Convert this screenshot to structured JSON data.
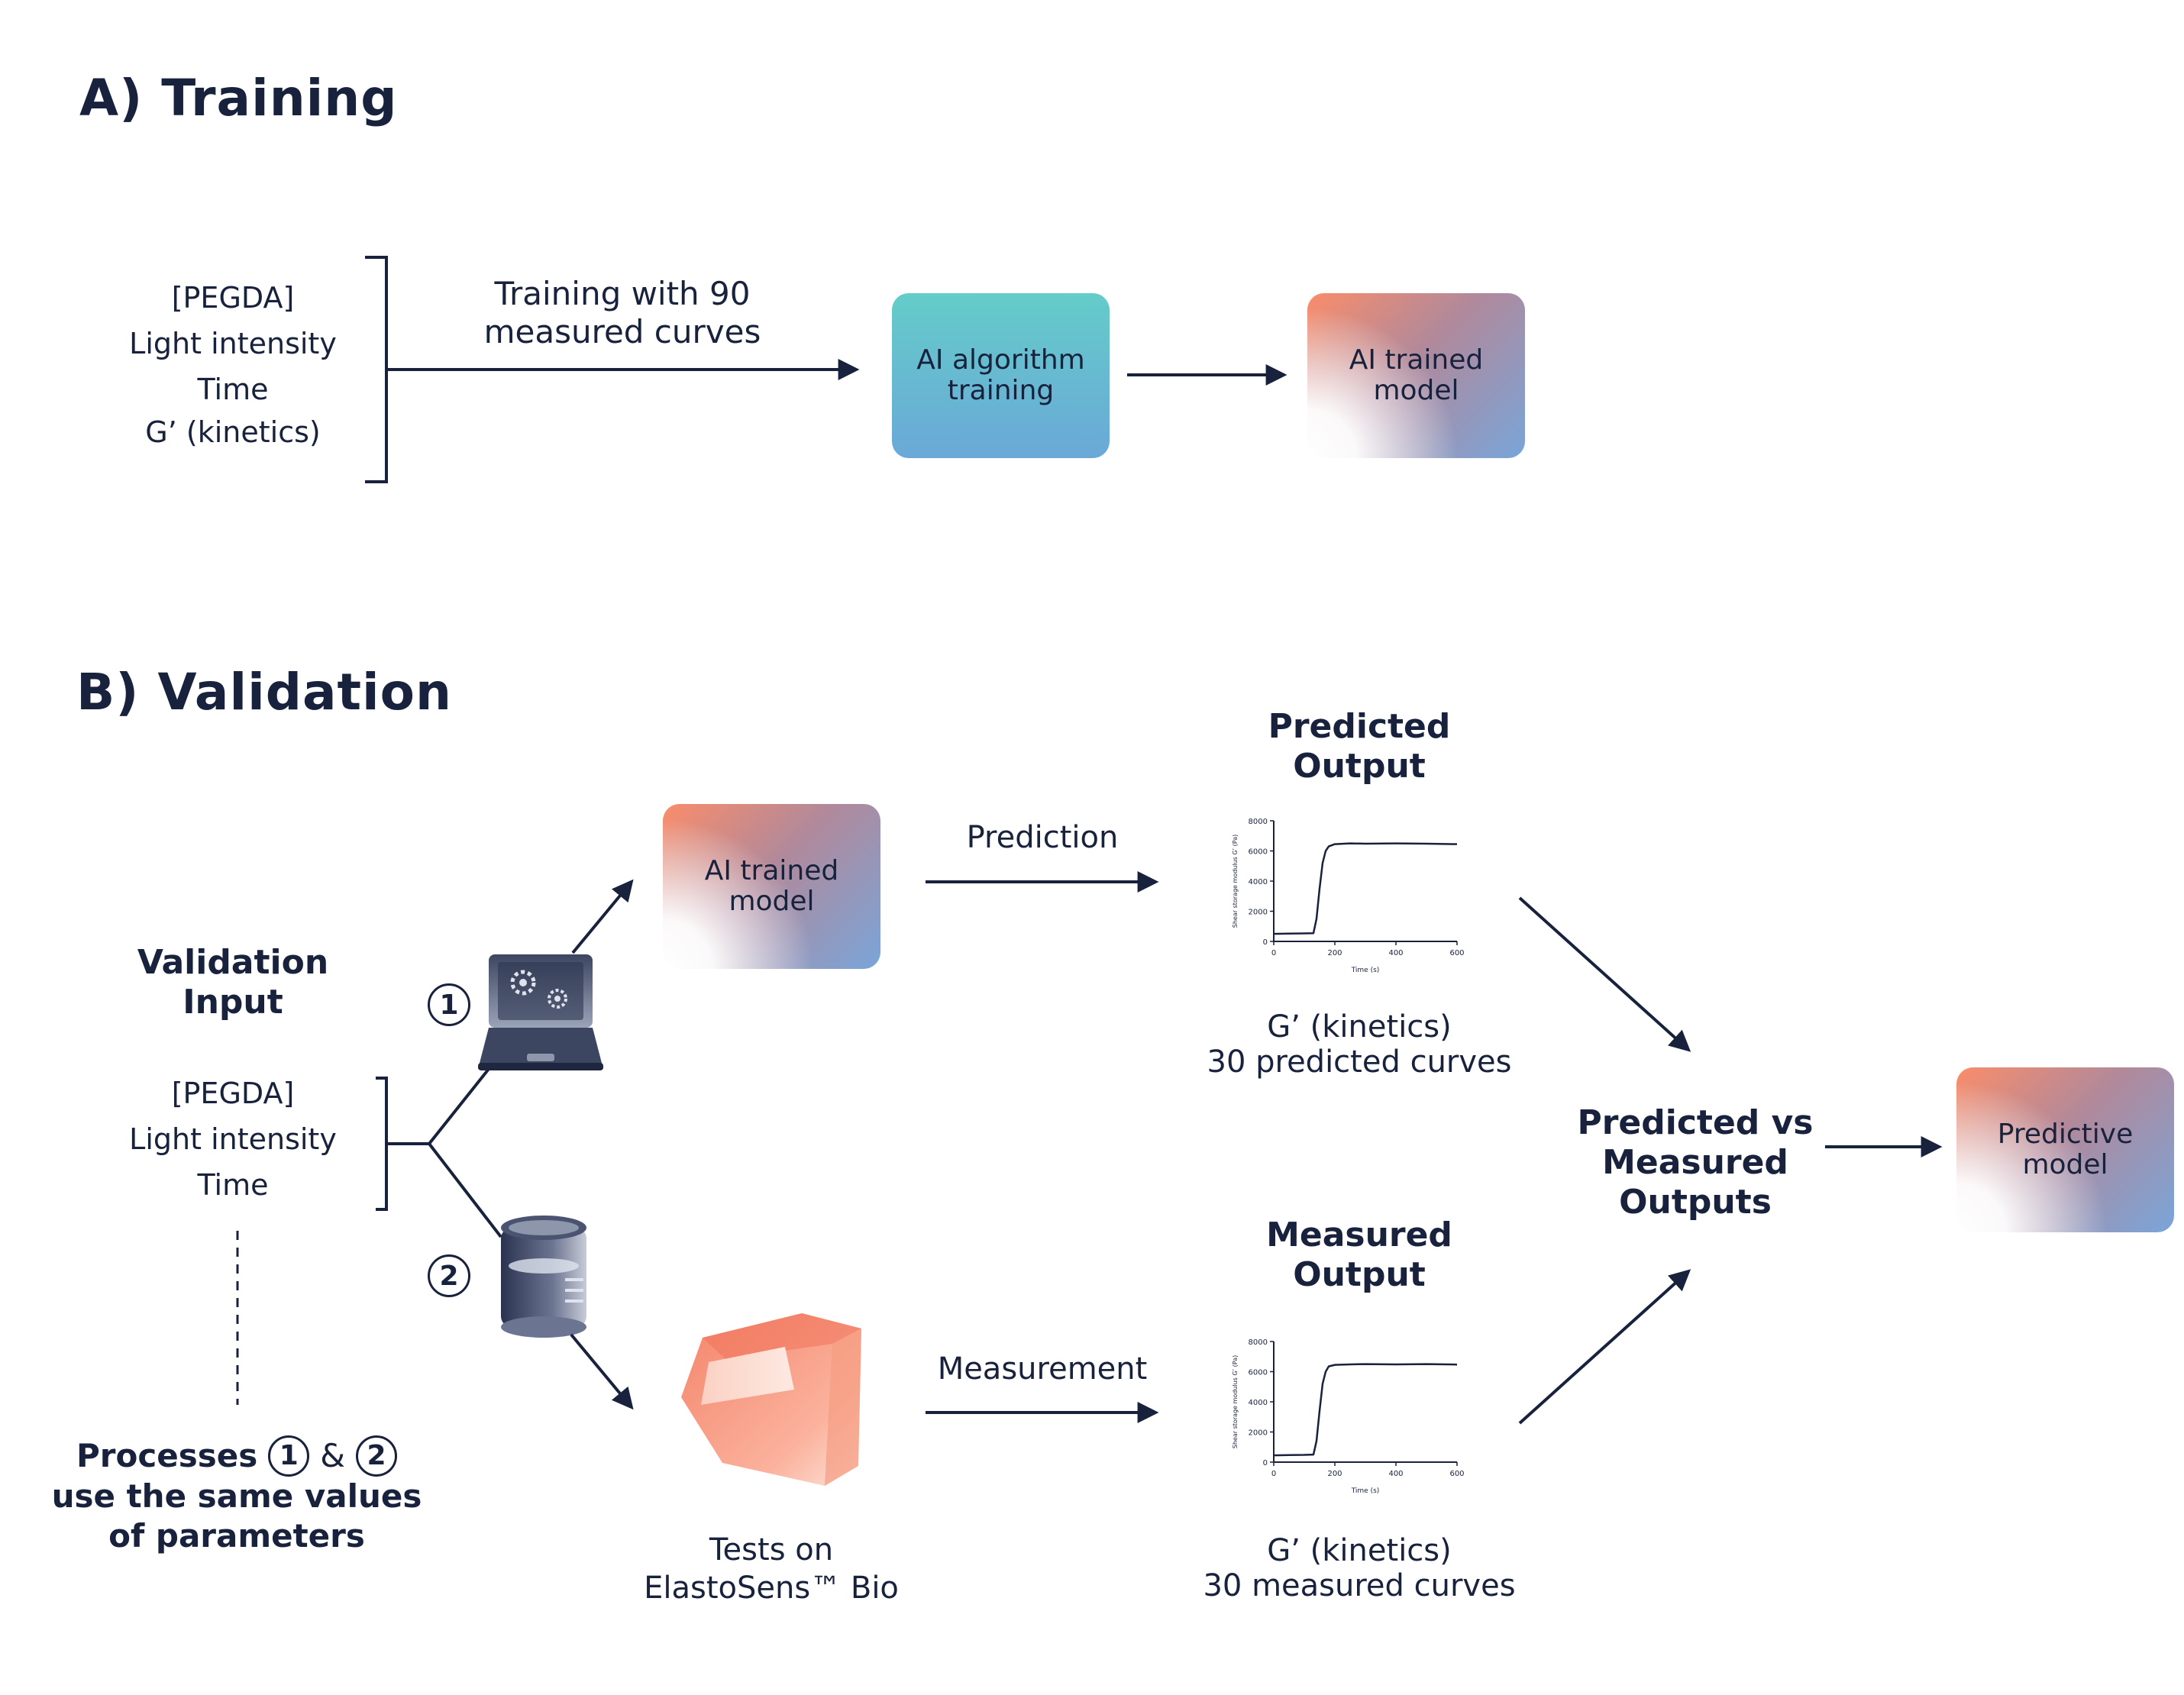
{
  "training": {
    "title": "A) Training",
    "params": [
      "[PEGDA]",
      "Light intensity",
      "Time",
      "G’ (kinetics)"
    ],
    "arrow_label_line1": "Training with 90",
    "arrow_label_line2": "measured curves",
    "algo_box_line1": "AI algorithm",
    "algo_box_line2": "training",
    "model_box_line1": "AI trained",
    "model_box_line2": "model"
  },
  "validation": {
    "title": "B) Validation",
    "input_title_line1": "Validation",
    "input_title_line2": "Input",
    "params": [
      "[PEGDA]",
      "Light intensity",
      "Time"
    ],
    "process_1": "1",
    "process_2": "2",
    "note_prefix": "Processes",
    "note_amp": "&",
    "note_line2": "use the same values",
    "note_line3": "of parameters",
    "model_box_line1": "AI trained",
    "model_box_line2": "model",
    "prediction_label": "Prediction",
    "measurement_label": "Measurement",
    "tests_line1": "Tests on",
    "tests_line2": "ElastoSens™ Bio",
    "predicted_title_line1": "Predicted",
    "predicted_title_line2": "Output",
    "predicted_caption_line1": "G’ (kinetics)",
    "predicted_caption_line2": "30 predicted curves",
    "measured_title_line1": "Measured",
    "measured_title_line2": "Output",
    "measured_caption_line1": "G’ (kinetics)",
    "measured_caption_line2": "30 measured curves",
    "compare_line1": "Predicted vs",
    "compare_line2": "Measured",
    "compare_line3": "Outputs",
    "predictive_line1": "Predictive",
    "predictive_line2": "model"
  },
  "chart_data": [
    {
      "type": "line",
      "xlabel": "Time (s)",
      "ylabel": "Shear storage modulus G’ (Pa)",
      "xlim": [
        0,
        600
      ],
      "ylim": [
        0,
        8000
      ],
      "x_ticks": [
        "0",
        "200",
        "400",
        "600"
      ],
      "y_ticks": [
        "0",
        "2000",
        "4000",
        "6000",
        "8000"
      ],
      "x": [
        0,
        50,
        100,
        130,
        140,
        150,
        160,
        170,
        180,
        200,
        250,
        300,
        400,
        500,
        600
      ],
      "y": [
        500,
        520,
        530,
        540,
        1500,
        3500,
        5200,
        6000,
        6300,
        6450,
        6500,
        6480,
        6500,
        6480,
        6450
      ]
    },
    {
      "type": "line",
      "xlabel": "Time (s)",
      "ylabel": "Shear storage modulus G’ (Pa)",
      "xlim": [
        0,
        600
      ],
      "ylim": [
        0,
        8000
      ],
      "x_ticks": [
        "0",
        "200",
        "400",
        "600"
      ],
      "y_ticks": [
        "0",
        "2000",
        "4000",
        "6000",
        "8000"
      ],
      "x": [
        0,
        50,
        100,
        130,
        140,
        150,
        160,
        170,
        180,
        200,
        250,
        300,
        400,
        500,
        600
      ],
      "y": [
        450,
        470,
        480,
        500,
        1400,
        3400,
        5200,
        6000,
        6350,
        6450,
        6480,
        6500,
        6480,
        6500,
        6470
      ]
    }
  ]
}
